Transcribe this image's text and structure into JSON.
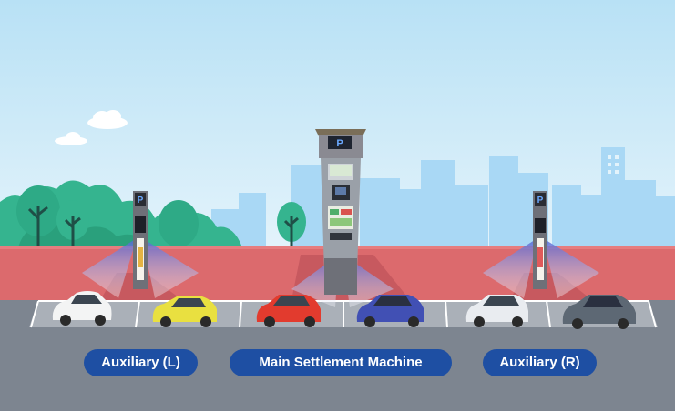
{
  "labels": {
    "aux_left": "Auxiliary (L)",
    "main": "Main Settlement Machine",
    "aux_right": "Auxiliary (R)"
  },
  "signage": {
    "parking_letter": "P"
  },
  "colors": {
    "sky": "#d4ecf7",
    "city": "#a9d8f5",
    "wall": "#dc6a6d",
    "road": "#7d8590",
    "tree": "#35b48f",
    "label_bg": "#1e4fa3",
    "label_text": "#ffffff",
    "sensor_beam": "#5a6fd6"
  },
  "icons": [
    "cloud-icon",
    "tree-icon",
    "car-icon",
    "parking-sign-icon",
    "sensor-beam-icon"
  ]
}
